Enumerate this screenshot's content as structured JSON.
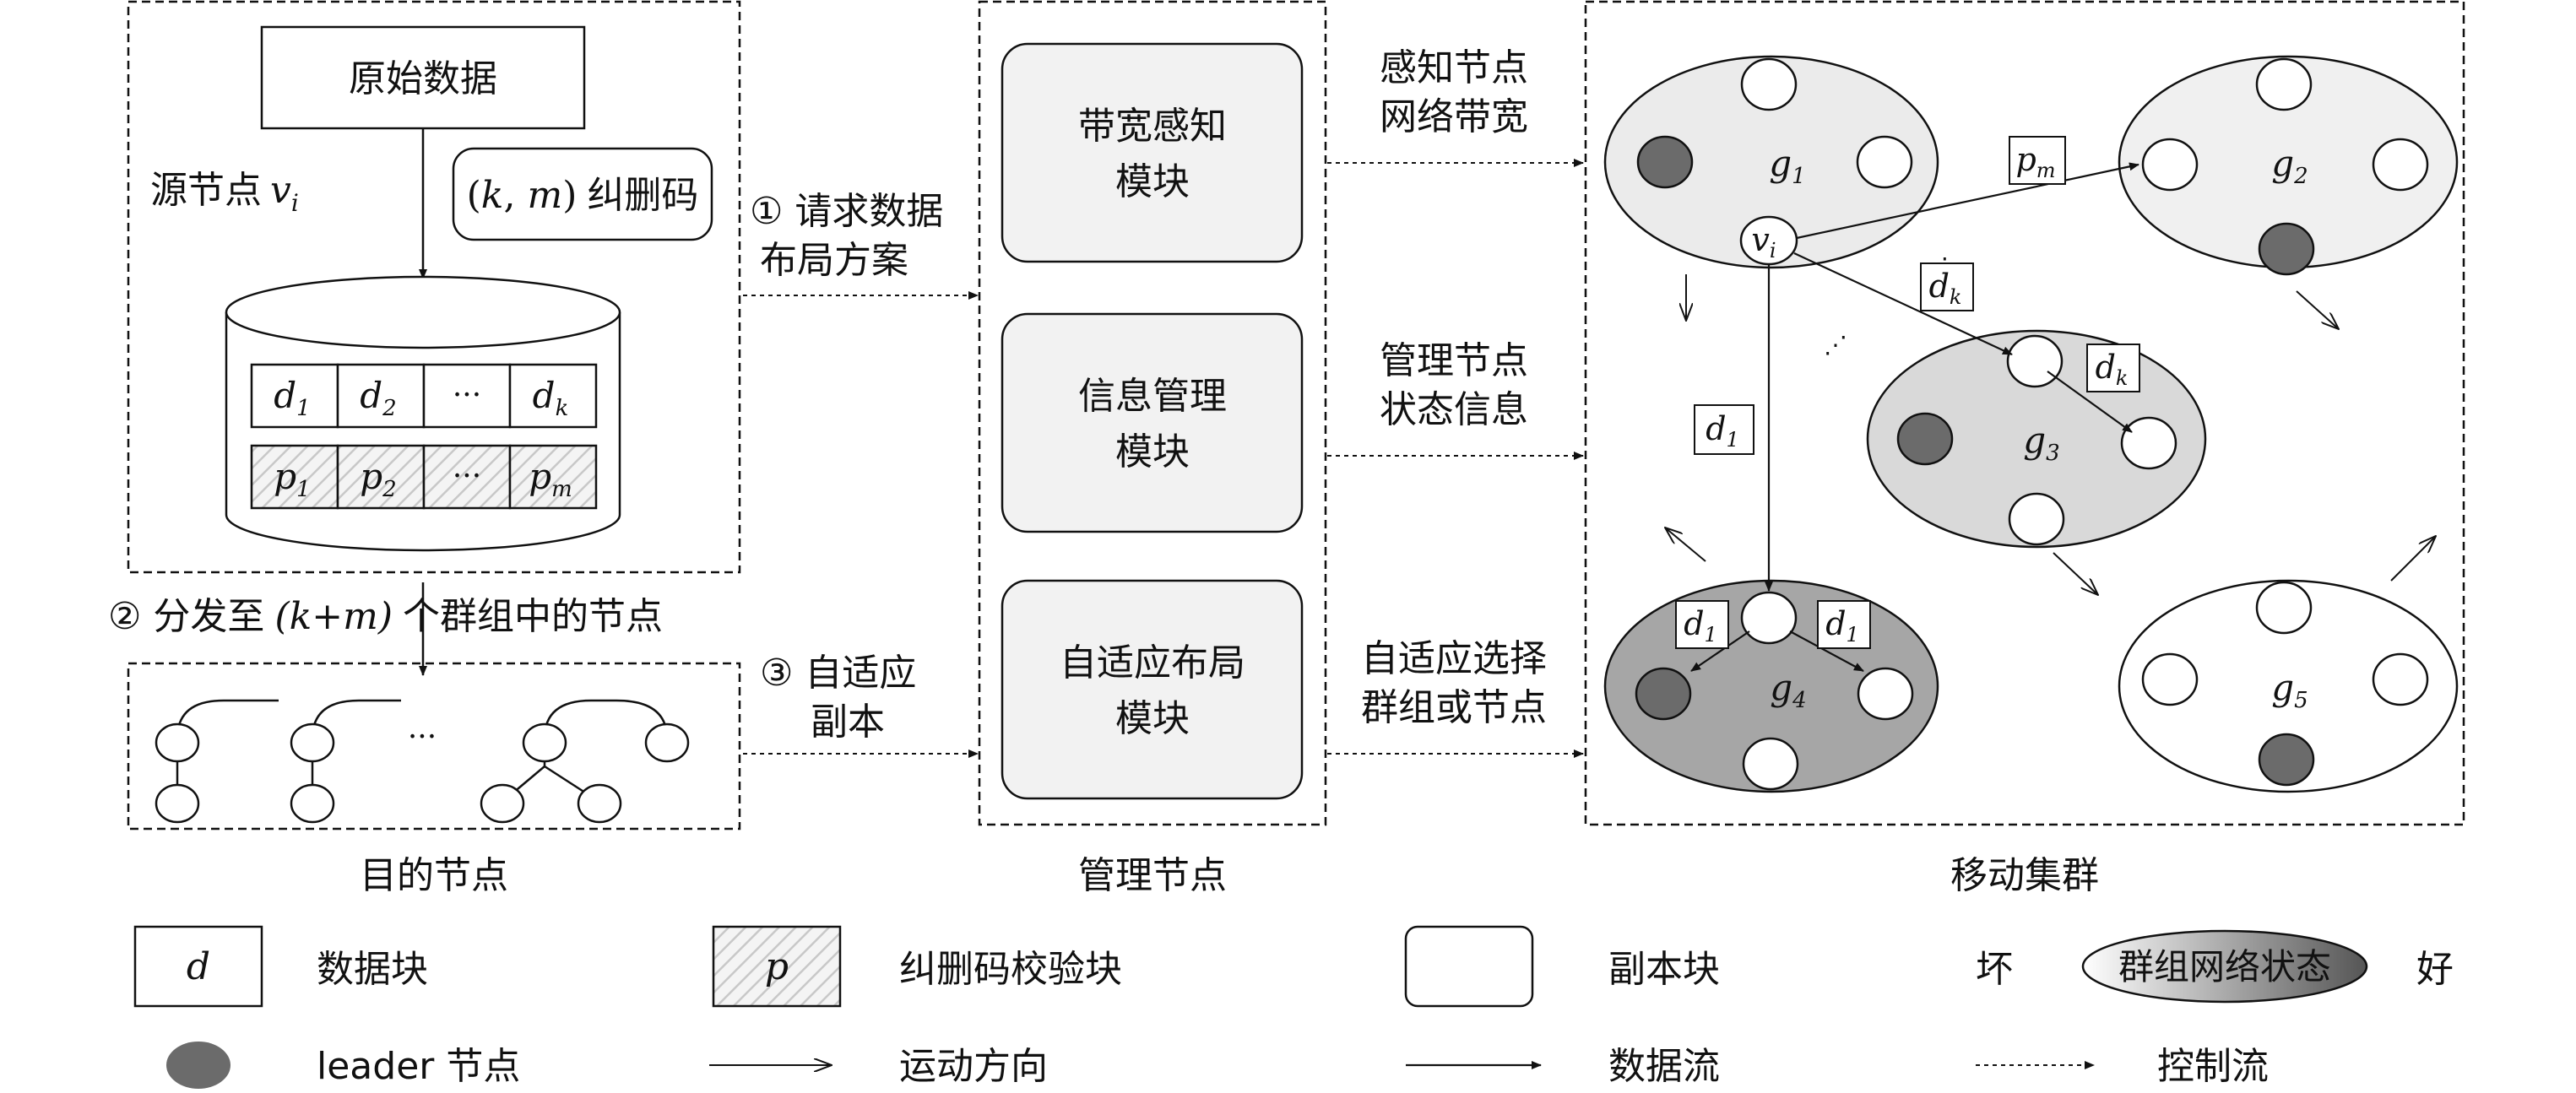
{
  "source_panel": {
    "raw_data": "原始数据",
    "source_node_prefix": "源节点",
    "source_node_var": "v",
    "source_node_sub": "i",
    "ec_open": "(",
    "ec_k": "k",
    "ec_sep": ", ",
    "ec_m": "m",
    "ec_close": ")",
    "ec_label": "纠删码",
    "data_blocks": [
      {
        "var": "d",
        "sub": "1"
      },
      {
        "var": "d",
        "sub": "2"
      },
      {
        "var": "",
        "sub": "",
        "text": "···"
      },
      {
        "var": "d",
        "sub": "k"
      }
    ],
    "parity_blocks": [
      {
        "var": "p",
        "sub": "1"
      },
      {
        "var": "p",
        "sub": "2"
      },
      {
        "var": "",
        "sub": "",
        "text": "···"
      },
      {
        "var": "p",
        "sub": "m"
      }
    ]
  },
  "steps": {
    "step1_line1": "① 请求数据",
    "step1_line2": "布局方案",
    "step2_prefix": "② 分发至",
    "step2_math": "(k+m)",
    "step2_suffix": "个群组中的节点",
    "step3_line1": "③ 自适应",
    "step3_line2": "副本"
  },
  "dest_panel": {
    "ellipsis": "···",
    "caption": "目的节点"
  },
  "management": {
    "modules": [
      {
        "line1": "带宽感知",
        "line2": "模块"
      },
      {
        "line1": "信息管理",
        "line2": "模块"
      },
      {
        "line1": "自适应布局",
        "line2": "模块"
      }
    ],
    "caption": "管理节点",
    "flows": [
      {
        "line1": "感知节点",
        "line2": "网络带宽"
      },
      {
        "line1": "管理节点",
        "line2": "状态信息"
      },
      {
        "line1": "自适应选择",
        "line2": "群组或节点"
      }
    ]
  },
  "cluster": {
    "caption": "移动集群",
    "groups": [
      {
        "var": "g",
        "sub": "1",
        "fill": "#ebebeb"
      },
      {
        "var": "g",
        "sub": "2",
        "fill": "#f0f0f0"
      },
      {
        "var": "g",
        "sub": "3",
        "fill": "#d9d9d9"
      },
      {
        "var": "g",
        "sub": "4",
        "fill": "#a6a6a6"
      },
      {
        "var": "g",
        "sub": "5",
        "fill": "#ffffff"
      }
    ],
    "vi_var": "v",
    "vi_sub": "i",
    "labels": [
      {
        "var": "p",
        "sub": "m"
      },
      {
        "var": "d",
        "sub": "k"
      },
      {
        "var": "d",
        "sub": "k"
      },
      {
        "var": "d",
        "sub": "1"
      },
      {
        "var": "d",
        "sub": "1"
      },
      {
        "var": "d",
        "sub": "1"
      }
    ],
    "dots1": "⋰",
    "dots2": "⋰"
  },
  "legend": {
    "data_block_symbol": "d",
    "data_block_label": "数据块",
    "parity_block_symbol": "p",
    "parity_block_label": "纠删码校验块",
    "replica_block_label": "副本块",
    "bad": "坏",
    "network_state": "群组网络状态",
    "good": "好",
    "leader_label": "leader 节点",
    "motion_label": "运动方向",
    "data_flow_label": "数据流",
    "control_flow_label": "控制流"
  },
  "colors": {
    "leader": "#6b6b6b",
    "parity_hatch": "#c8c8c8",
    "module_fill": "#f2f2f2"
  }
}
